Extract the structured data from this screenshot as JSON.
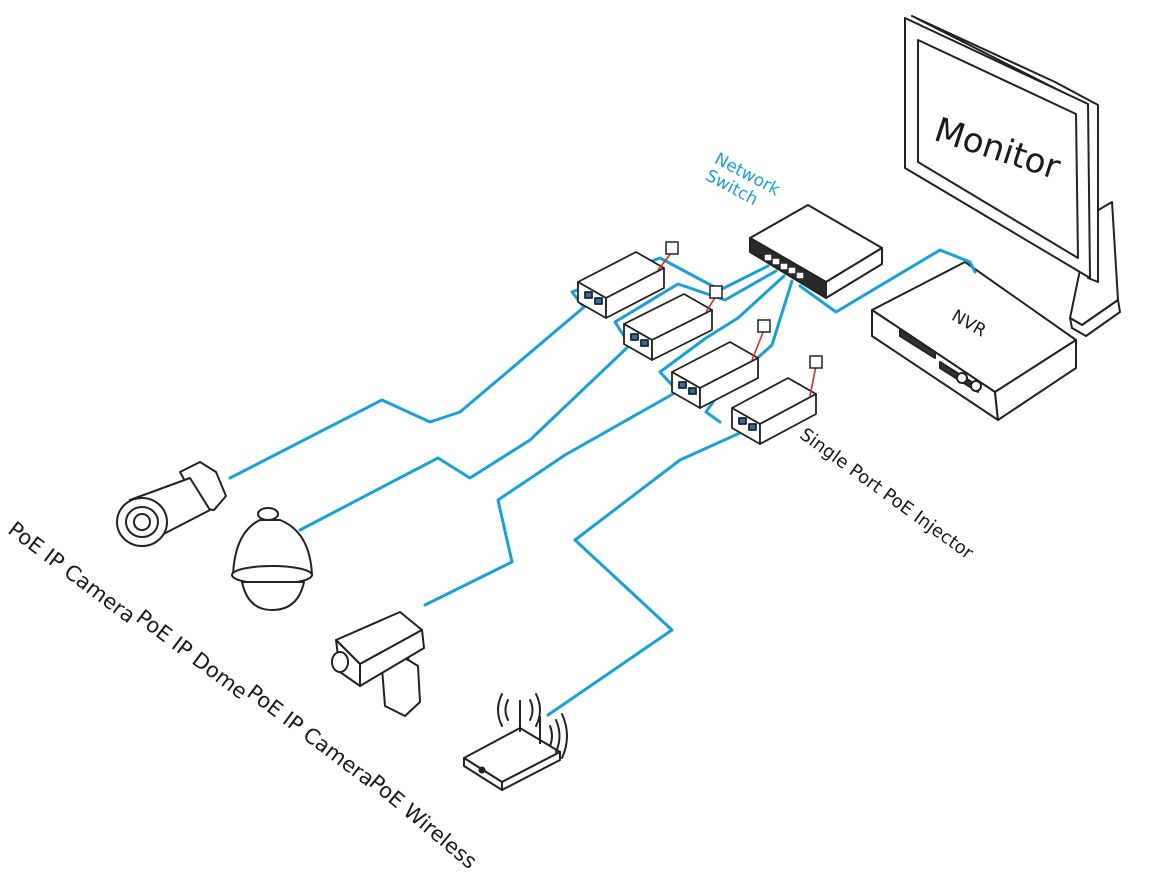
{
  "labels": {
    "monitor": "Monitor",
    "nvr": "NVR",
    "network_switch_line1": "Network",
    "network_switch_line2": "Switch",
    "injector": "Single Port PoE Injector",
    "cam1": "PoE IP Camera",
    "dome": "PoE IP Dome",
    "cam2": "PoE IP Camera",
    "wireless": "PoE Wireless"
  },
  "colors": {
    "cable": "#1b9fd8",
    "power_cable": "#d62a2a",
    "device_line": "#222222"
  }
}
